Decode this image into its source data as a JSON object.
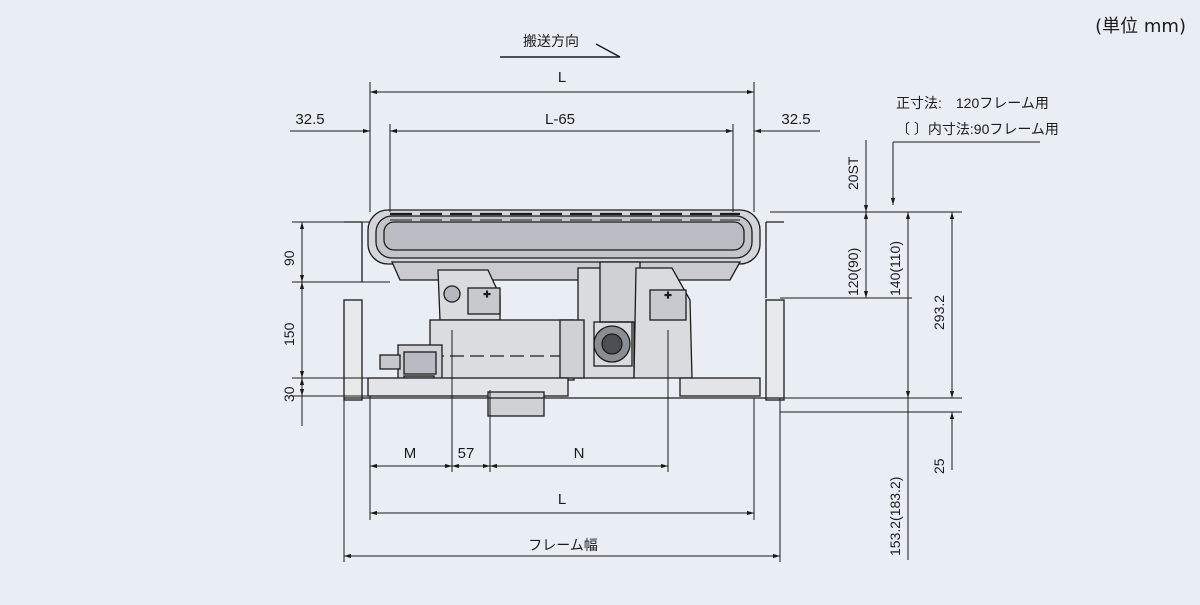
{
  "unit_note": "(単位 mm)",
  "direction_label": "搬送方向",
  "notes": {
    "line1": "正寸法:　120フレーム用",
    "line2": "〔 〕内寸法:90フレーム用"
  },
  "dims": {
    "L_top": "L",
    "L_minus_65": "L-65",
    "left_32_5": "32.5",
    "right_32_5": "32.5",
    "st20": "20ST",
    "h90": "90",
    "h150": "150",
    "h30": "30",
    "h120": "120(90)",
    "h140": "140(110)",
    "h293": "293.2",
    "h25": "25",
    "h153": "153.2(183.2)",
    "M": "M",
    "d57": "57",
    "N": "N",
    "L_bottom": "L",
    "frame_width": "フレーム幅"
  },
  "colors": {
    "background": "#e9eef5",
    "line": "#1b1b1b",
    "roller": "#c9ccd1",
    "frame": "#e6e8ea"
  }
}
